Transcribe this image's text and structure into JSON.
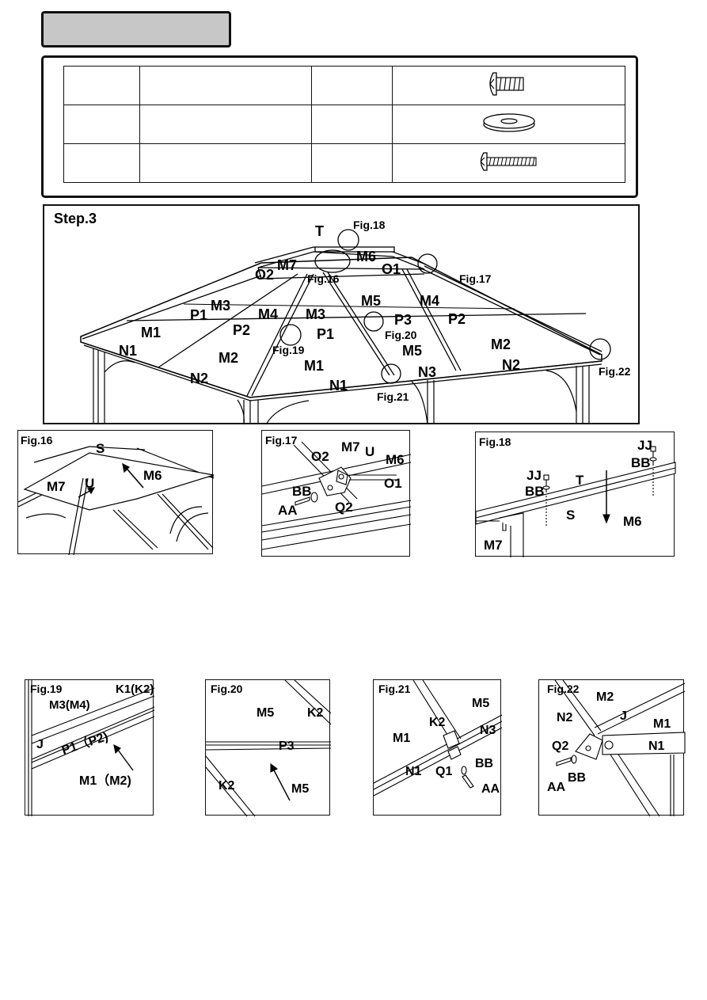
{
  "page": {
    "section_header": ""
  },
  "parts_table": {
    "rows": [
      {
        "code": "",
        "description": "",
        "qty": "",
        "icon": "truss-head-screw-icon"
      },
      {
        "code": "",
        "description": "",
        "qty": "",
        "icon": "flat-washer-icon"
      },
      {
        "code": "",
        "description": "",
        "qty": "",
        "icon": "long-screw-icon"
      }
    ]
  },
  "step": {
    "title": "Step.3",
    "labels": {
      "T": "T",
      "M7": "M7",
      "M6": "M6",
      "O2": "O2",
      "O1": "O1",
      "M3": "M3",
      "M4": "M4",
      "M5": "M5",
      "M4b": "M4",
      "P1": "P1",
      "P2": "P2",
      "M1": "M1",
      "N1": "N1",
      "M2": "M2",
      "N2": "N2",
      "M3b": "M3",
      "P1b": "P1",
      "P3": "P3",
      "P2b": "P2",
      "M5b": "M5",
      "M2b": "M2",
      "N2b": "N2",
      "M1b": "M1",
      "N3": "N3",
      "N1b": "N1",
      "f16": "Fig.16",
      "f17": "Fig.17",
      "f18": "Fig.18",
      "f19": "Fig.19",
      "f20": "Fig.20",
      "f21": "Fig.21",
      "f22": "Fig.22"
    }
  },
  "figures": {
    "fig16": {
      "title": "Fig.16",
      "S": "S",
      "M7": "M7",
      "U": "U",
      "M6": "M6"
    },
    "fig17": {
      "title": "Fig.17",
      "O2": "O2",
      "M7": "M7",
      "U": "U",
      "M6": "M6",
      "O1": "O1",
      "BB": "BB",
      "AA": "AA",
      "Q2": "Q2"
    },
    "fig18": {
      "title": "Fig.18",
      "JJ1": "JJ",
      "BB1": "BB",
      "JJ2": "JJ",
      "BB2": "BB",
      "T": "T",
      "S": "S",
      "M6": "M6",
      "M7": "M7"
    },
    "fig19": {
      "title": "Fig.19",
      "K": "K1(K2)",
      "M": "M3(M4)",
      "J": "J",
      "P": "P1（P2)",
      "M1": "M1（M2)"
    },
    "fig20": {
      "title": "Fig.20",
      "M5": "M5",
      "K2": "K2",
      "P3": "P3",
      "K2b": "K2",
      "M5b": "M5"
    },
    "fig21": {
      "title": "Fig.21",
      "M5": "M5",
      "K2": "K2",
      "M1": "M1",
      "N3": "N3",
      "BB": "BB",
      "N1": "N1",
      "Q1": "Q1",
      "AA": "AA"
    },
    "fig22": {
      "title": "Fig.22",
      "M2": "M2",
      "N2": "N2",
      "J": "J",
      "M1": "M1",
      "N1": "N1",
      "Q2": "Q2",
      "BB": "BB",
      "AA": "AA"
    }
  }
}
